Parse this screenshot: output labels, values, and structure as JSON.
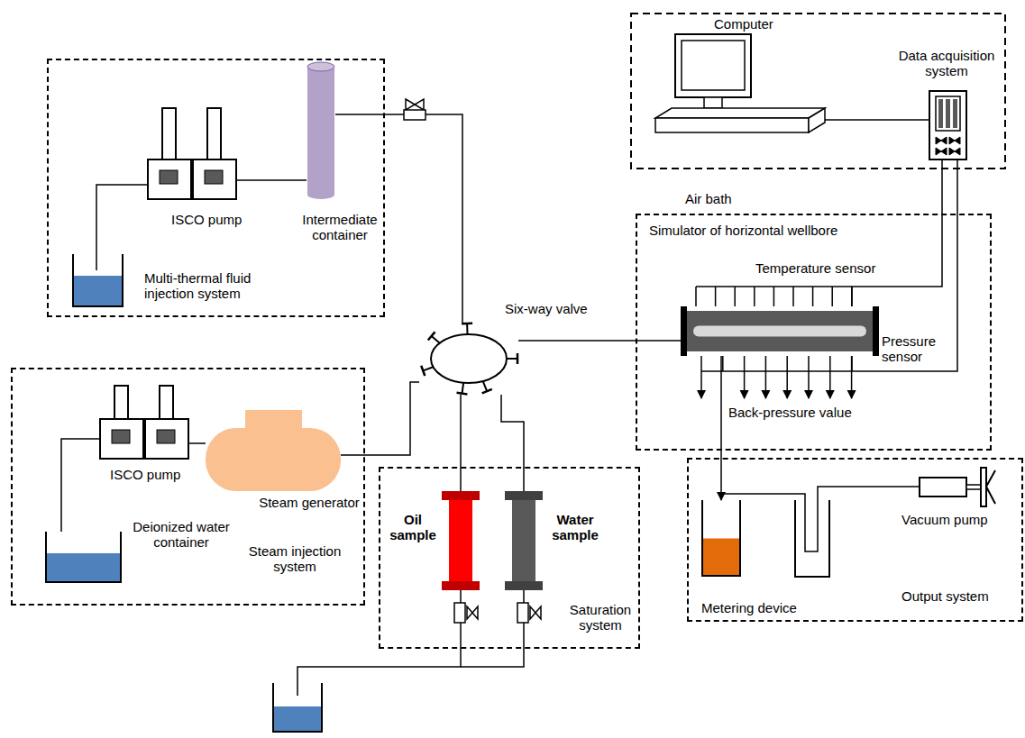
{
  "diagram": {
    "nodes": [
      {
        "text": [
          "Multi-thermal fluid injection system"
        ]
      },
      {
        "text": [
          "ISCO pump"
        ],
        "in": 0
      },
      {
        "text": [
          "Intermediate container"
        ],
        "in": 0
      },
      {
        "text": [
          "Computer"
        ]
      },
      {
        "text": [
          "Data acquisition system"
        ]
      },
      {
        "text": [
          "Air bath"
        ]
      },
      {
        "text": [
          "Simulator of horizontal wellbore"
        ],
        "in": 5
      },
      {
        "text": [
          "Six-way valve"
        ]
      },
      {
        "text": [
          "Steam injection system"
        ]
      },
      {
        "text": [
          "ISCO pump"
        ],
        "in": 8
      },
      {
        "text": [
          "Steam generator"
        ],
        "in": 8
      },
      {
        "text": [
          "Deionized water container"
        ],
        "in": 8
      },
      {
        "text": [
          "Saturation system"
        ]
      },
      {
        "text": [
          "Oil sample"
        ],
        "in": 12
      },
      {
        "text": [
          "Water sample"
        ],
        "in": 12
      },
      {
        "text": [
          "Output system"
        ]
      },
      {
        "text": [
          "Metering device"
        ],
        "in": 15
      },
      {
        "text": [
          "Vacuum pump"
        ],
        "in": 15
      }
    ],
    "edges": [
      {
        "from": 1,
        "to": 2,
        "arrow": "none"
      },
      {
        "from": 2,
        "to": 7,
        "arrow": "none"
      },
      {
        "from": 11,
        "to": 9,
        "arrow": "none"
      },
      {
        "from": 9,
        "to": 10,
        "arrow": "none"
      },
      {
        "from": 10,
        "to": 7,
        "arrow": "none"
      },
      {
        "from": 13,
        "to": 7,
        "arrow": "none"
      },
      {
        "from": 14,
        "to": 7,
        "arrow": "none"
      },
      {
        "from": 7,
        "to": 6,
        "arrow": "none"
      },
      {
        "from": 3,
        "to": 4,
        "arrow": "none"
      },
      {
        "from": 4,
        "to": 6,
        "arrow": "none"
      },
      {
        "from": 4,
        "to": 6,
        "arrow": "none"
      },
      {
        "from": 6,
        "to": 16,
        "arrow": "to"
      },
      {
        "from": 16,
        "to": 17,
        "arrow": "none"
      }
    ],
    "labels": [
      "Temperature sensor",
      "Pressure sensor",
      "Back-pressure value"
    ]
  }
}
